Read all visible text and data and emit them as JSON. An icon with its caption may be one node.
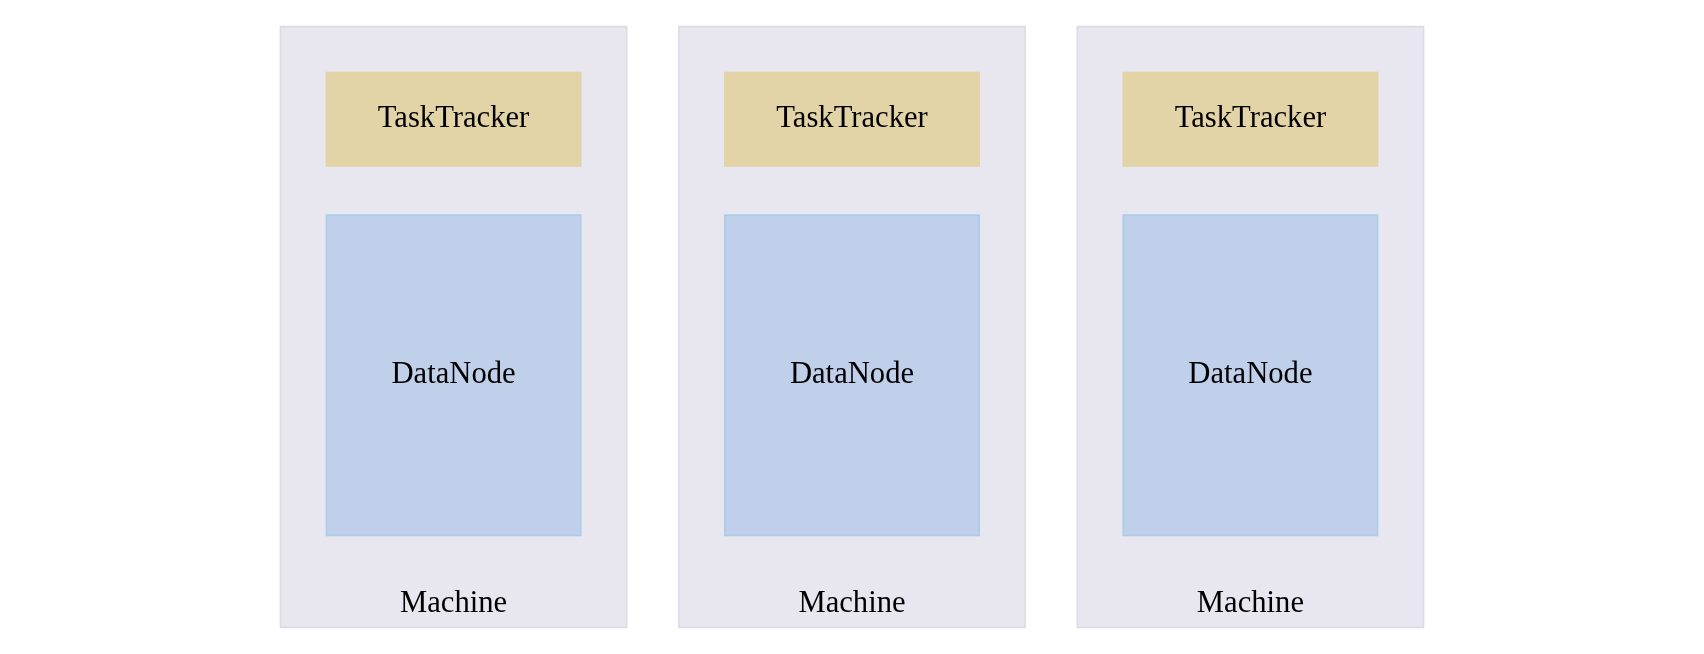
{
  "diagram": {
    "nodes": [
      {
        "text": [
          "Machine"
        ]
      },
      {
        "text": [
          "TaskTracker"
        ],
        "in": 0
      },
      {
        "text": [
          "DataNode"
        ],
        "in": 0
      },
      {
        "text": [
          "Machine"
        ]
      },
      {
        "text": [
          "TaskTracker"
        ],
        "in": 3
      },
      {
        "text": [
          "DataNode"
        ],
        "in": 3
      },
      {
        "text": [
          "Machine"
        ]
      },
      {
        "text": [
          "TaskTracker"
        ],
        "in": 6
      },
      {
        "text": [
          "DataNode"
        ],
        "in": 6
      }
    ]
  }
}
